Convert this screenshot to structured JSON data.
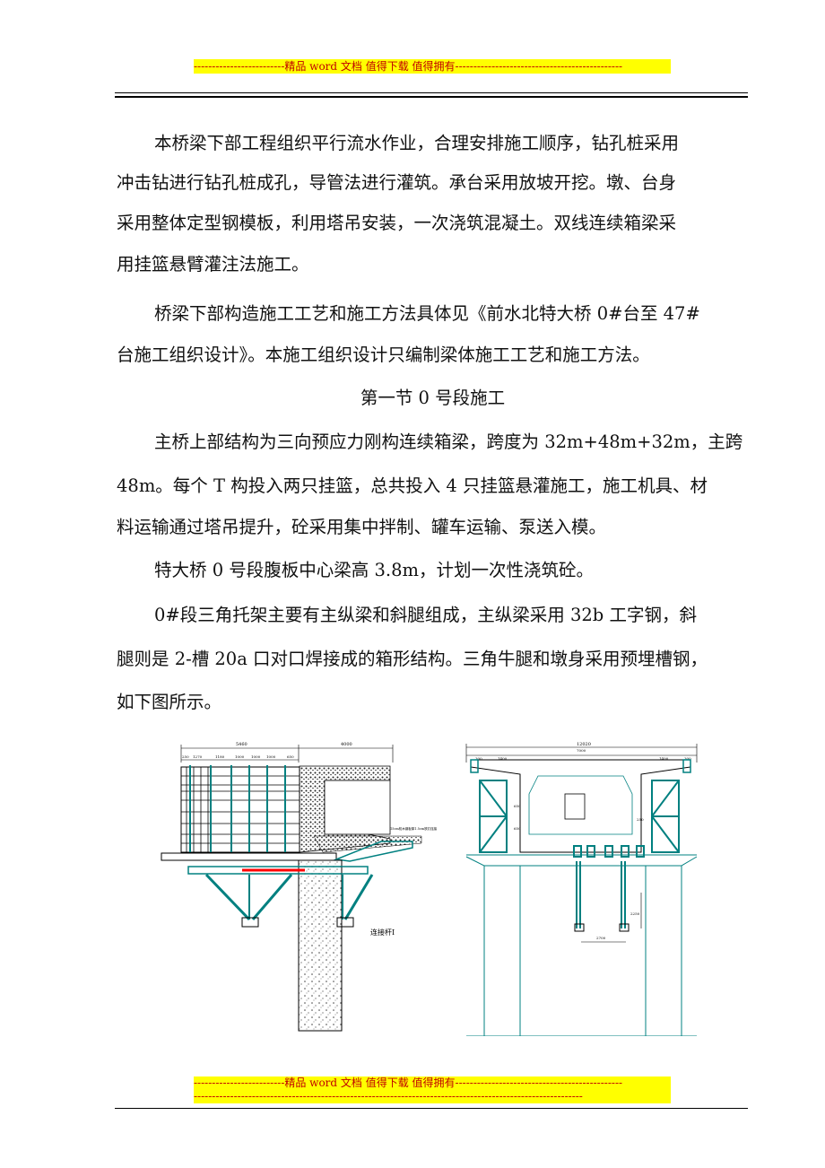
{
  "header": {
    "banner": "-------------------------精品 word 文档  值得下载  值得拥有----------------------------------------------"
  },
  "footer": {
    "banner": "-------------------------精品 word 文档  值得下载  值得拥有----------------------------------------------",
    "dashes": "-----------------------------------------------------------------------------------------------------------"
  },
  "body": {
    "p1_l1": "本桥梁下部工程组织平行流水作业，合理安排施工顺序，钻孔桩采用",
    "p1_l2": "冲击钻进行钻孔桩成孔，导管法进行灌筑。承台采用放坡开挖。墩、台身",
    "p1_l3": "采用整体定型钢模板，利用塔吊安装，一次浇筑混凝土。双线连续箱梁采",
    "p1_l4": "用挂篮悬臂灌注法施工。",
    "p2_l1": "桥梁下部构造施工工艺和施工方法具体见《前水北特大桥 0#台至 47#",
    "p2_l2": "台施工组织设计》。本施工组织设计只编制梁体施工工艺和施工方法。",
    "section_title": "第一节  0 号段施工",
    "p3_l1": "主桥上部结构为三向预应力刚构连续箱梁，跨度为 32m+48m+32m，主跨",
    "p3_l2": "48m。每个 T 构投入两只挂篮，总共投入 4 只挂篮悬灌施工，施工机具、材",
    "p3_l3": "料运输通过塔吊提升，砼采用集中拌制、罐车运输、泵送入模。",
    "p4_l1": "特大桥 0 号段腹板中心梁高 3.8m，计划一次性浇筑砼。",
    "p5_l1": "0#段三角托架主要有主纵梁和斜腿组成，主纵梁采用 32b 工字钢，斜",
    "p5_l2": "腿则是 2-槽 20a 口对口焊接成的箱形结构。三角牛腿和墩身采用预埋槽钢，",
    "p5_l3": "如下图所示。"
  },
  "figure": {
    "left": {
      "dim_total": "5460",
      "dim_right": "4000",
      "dims_small": [
        "250",
        "1270",
        "1180",
        "1000",
        "1000",
        "1000",
        "650"
      ],
      "label": "连接杆I",
      "note": "15cm枕木钢板厚1.5cm铁钉连接"
    },
    "right": {
      "dim_total": "12020",
      "dim_sub": "7000",
      "dims_top": [
        "300",
        "1400",
        "1400",
        "300"
      ],
      "dims_side": [
        "650",
        "650",
        "250"
      ],
      "dim_height": "2250",
      "dim_width": "2700"
    }
  },
  "colors": {
    "banner_bg": "#ffff00",
    "banner_text": "#c00000",
    "steel": "#008080",
    "red": "#ff0000"
  }
}
